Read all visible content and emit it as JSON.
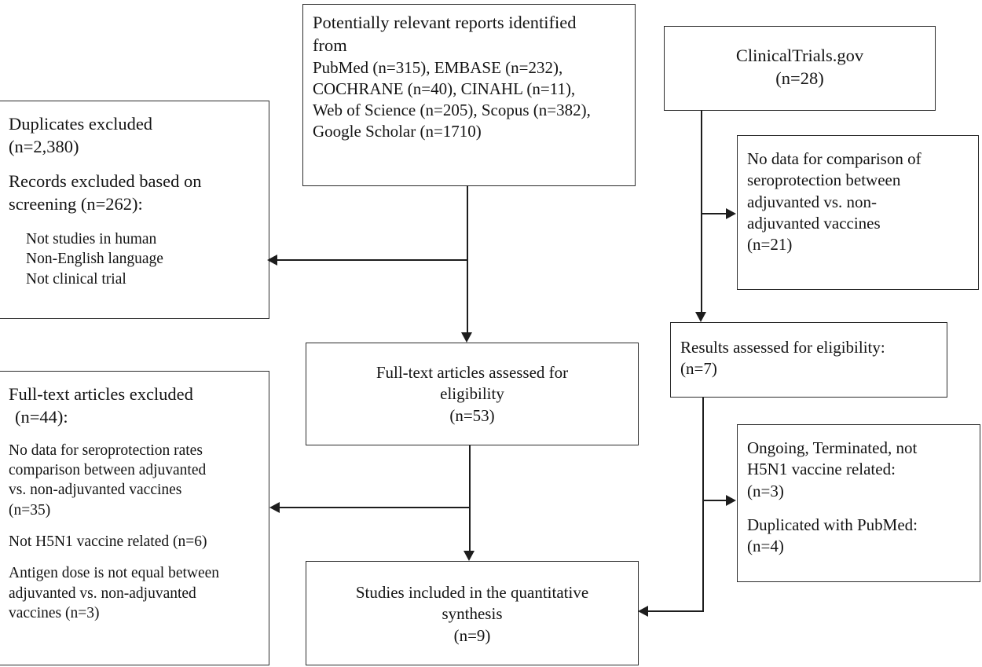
{
  "diagram": {
    "title": "PRISMA study selection flow diagram",
    "line_color": "#1d1d1d",
    "box_border_color": "#2b2b2b",
    "background": "#ffffff"
  },
  "boxes": {
    "identified": {
      "line1": "Potentially relevant reports identified",
      "line2": "from",
      "line3": "PubMed (n=315), EMBASE (n=232),",
      "line4": "COCHRANE (n=40), CINAHL (n=11),",
      "line5": "Web of Science (n=205), Scopus (n=382),",
      "line6": "Google Scholar (n=1710)"
    },
    "clinicaltrials": {
      "line1": "ClinicalTrials.gov",
      "line2": "(n=28)"
    },
    "duplicates_excluded": {
      "line1": "Duplicates excluded",
      "line2": "(n=2,380)",
      "line3": "Records excluded based on",
      "line4": "screening (n=262):",
      "item1": "Not studies in human",
      "item2": "Non-English language",
      "item3": "Not clinical trial"
    },
    "no_data_ct": {
      "line1": "No data for comparison of",
      "line2": "seroprotection between",
      "line3": "adjuvanted vs. non-",
      "line4": "adjuvanted vaccines",
      "line5": "(n=21)"
    },
    "fulltext_assessed": {
      "line1": "Full-text articles assessed for",
      "line2": "eligibility",
      "line3": "(n=53)"
    },
    "results_assessed": {
      "line1": "Results assessed for eligibility:",
      "line2": "(n=7)"
    },
    "fulltext_excluded": {
      "line1": "Full-text articles excluded",
      "line2": "(n=44):",
      "line3": "No data for seroprotection rates",
      "line4": "comparison between adjuvanted",
      "line5": "vs. non-adjuvanted vaccines",
      "line6": "(n=35)",
      "line7": "Not H5N1 vaccine related (n=6)",
      "line8": "Antigen dose is not equal between",
      "line9": "adjuvanted vs. non-adjuvanted",
      "line10": "vaccines (n=3)"
    },
    "ongoing_terminated": {
      "line1": "Ongoing, Terminated, not",
      "line2": "H5N1 vaccine related:",
      "line3": "(n=3)",
      "line4": "Duplicated with PubMed:",
      "line5": "(n=4)"
    },
    "included": {
      "line1": "Studies included in the quantitative",
      "line2": "synthesis",
      "line3": "(n=9)"
    }
  },
  "connectors": {
    "identified_to_duplicates": "arrow-left",
    "identified_to_fulltext": "arrow-down",
    "fulltext_to_excluded": "arrow-left",
    "fulltext_to_included": "arrow-down",
    "ctgov_to_nodata": "arrow-right",
    "ctgov_to_results": "arrow-down",
    "results_to_ongoing": "arrow-right",
    "results_to_included": "arrow-left"
  }
}
